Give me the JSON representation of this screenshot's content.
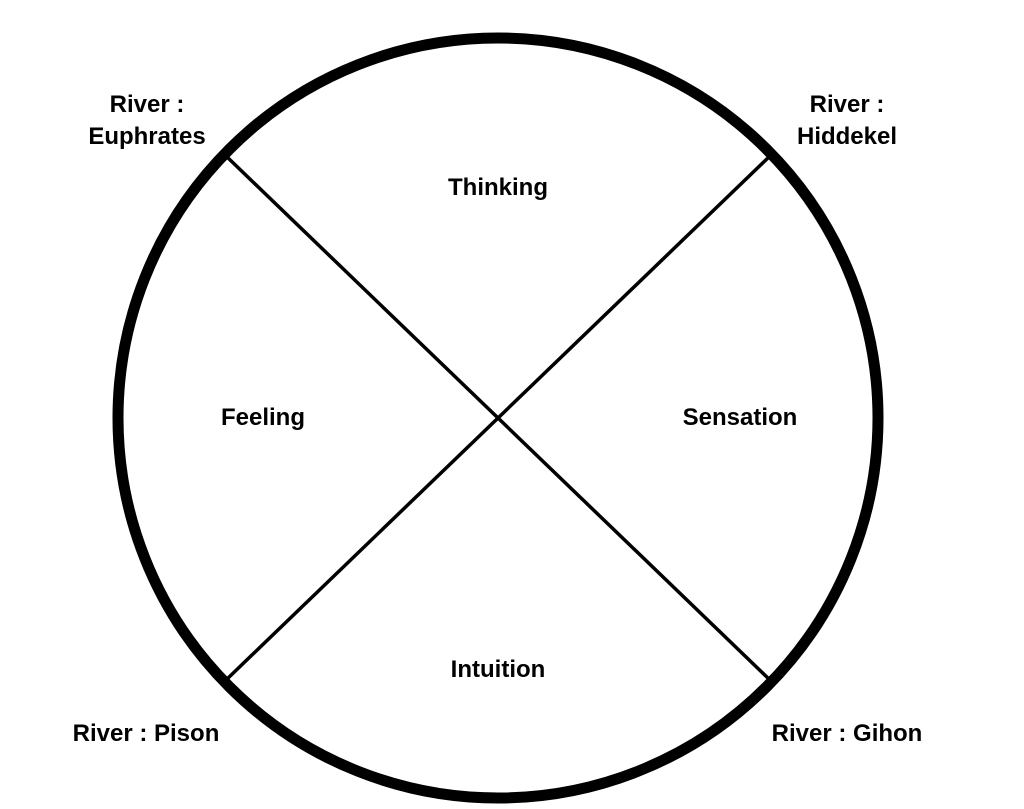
{
  "quadrants": {
    "top": "Thinking",
    "left": "Feeling",
    "right": "Sensation",
    "bottom": "Intuition"
  },
  "rivers": {
    "top_left": {
      "line1": "River :",
      "line2": "Euphrates"
    },
    "top_right": {
      "line1": "River :",
      "line2": "Hiddekel"
    },
    "bottom_left": "River : Pison",
    "bottom_right": "River : Gihon"
  },
  "colors": {
    "stroke": "#000000",
    "background": "#ffffff"
  }
}
